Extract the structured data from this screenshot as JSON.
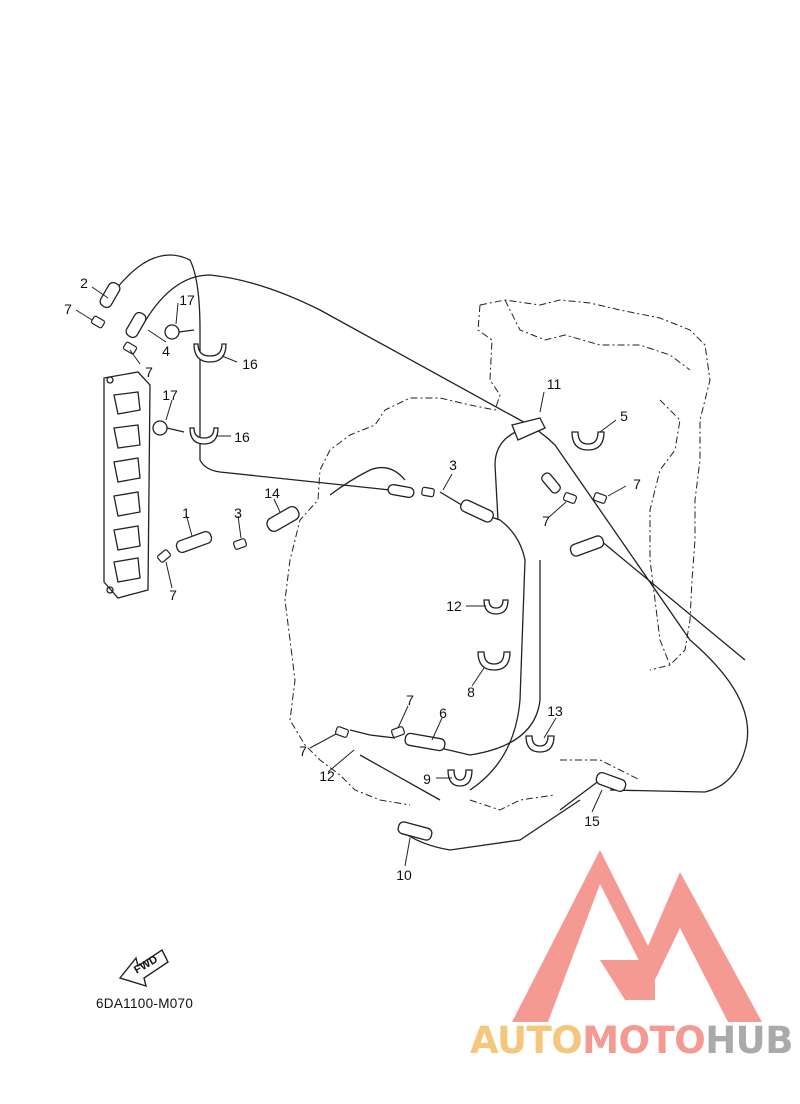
{
  "drawing": {
    "code": "6DA1100-M070",
    "fwd_label": "FWD",
    "callouts": [
      {
        "id": "c1",
        "text": "1"
      },
      {
        "id": "c2",
        "text": "2"
      },
      {
        "id": "c3a",
        "text": "3"
      },
      {
        "id": "c3b",
        "text": "3"
      },
      {
        "id": "c4",
        "text": "4"
      },
      {
        "id": "c5",
        "text": "5"
      },
      {
        "id": "c6",
        "text": "6"
      },
      {
        "id": "c7a",
        "text": "7"
      },
      {
        "id": "c7b",
        "text": "7"
      },
      {
        "id": "c7c",
        "text": "7"
      },
      {
        "id": "c7d",
        "text": "7"
      },
      {
        "id": "c7e",
        "text": "7"
      },
      {
        "id": "c7f",
        "text": "7"
      },
      {
        "id": "c7g",
        "text": "7"
      },
      {
        "id": "c8",
        "text": "8"
      },
      {
        "id": "c9",
        "text": "9"
      },
      {
        "id": "c10",
        "text": "10"
      },
      {
        "id": "c11",
        "text": "11"
      },
      {
        "id": "c12a",
        "text": "12"
      },
      {
        "id": "c12b",
        "text": "12"
      },
      {
        "id": "c13",
        "text": "13"
      },
      {
        "id": "c14",
        "text": "14"
      },
      {
        "id": "c15",
        "text": "15"
      },
      {
        "id": "c16a",
        "text": "16"
      },
      {
        "id": "c16b",
        "text": "16"
      },
      {
        "id": "c17a",
        "text": "17"
      },
      {
        "id": "c17b",
        "text": "17"
      }
    ]
  },
  "watermark": {
    "part1": "AUTO",
    "part2": "MOTO",
    "part3": "HUB",
    "color_logo": "#f49a93",
    "color_auto": "#f5c77e",
    "color_moto": "#f39a92",
    "color_hub": "#aaaaaa"
  }
}
